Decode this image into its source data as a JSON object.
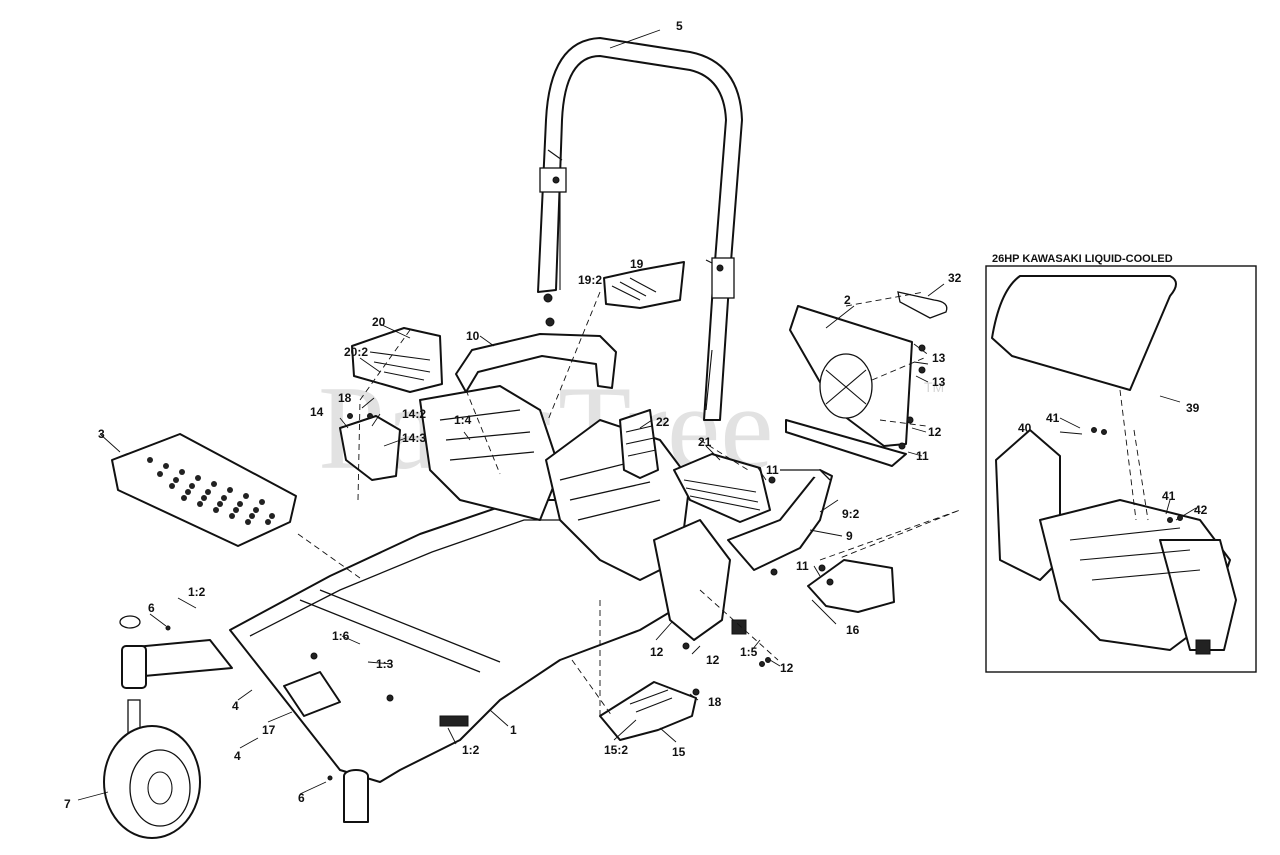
{
  "watermark": {
    "text": "PartsTree",
    "trademark": "TM"
  },
  "inset": {
    "title": "26HP KAWASAKI LIQUID-COOLED"
  },
  "callouts": {
    "c5": "5",
    "c19": "19",
    "c19_2": "19:2",
    "c32": "32",
    "c2": "2",
    "c20": "20",
    "c20_2": "20:2",
    "c10": "10",
    "c13a": "13",
    "c13b": "13",
    "c18a": "18",
    "c14": "14",
    "c14_2": "14:2",
    "c14_3": "14:3",
    "c1_4": "1:4",
    "c22": "22",
    "c12a": "12",
    "c11a": "11",
    "c3": "3",
    "c21": "21",
    "c11b": "11",
    "c9_2": "9:2",
    "c9": "9",
    "c11c": "11",
    "c16": "16",
    "c1_2a": "1:2",
    "c6a": "6",
    "c1_6": "1:6",
    "c1_3": "1:3",
    "c12b": "12",
    "c12c": "12",
    "c1_5": "1:5",
    "c12d": "12",
    "c18b": "18",
    "c4a": "4",
    "c17": "17",
    "c4b": "4",
    "c1_2b": "1:2",
    "c1": "1",
    "c15_2": "15:2",
    "c15": "15",
    "c6b": "6",
    "c7": "7",
    "c39": "39",
    "c41a": "41",
    "c40": "40",
    "c41b": "41",
    "c42": "42"
  }
}
